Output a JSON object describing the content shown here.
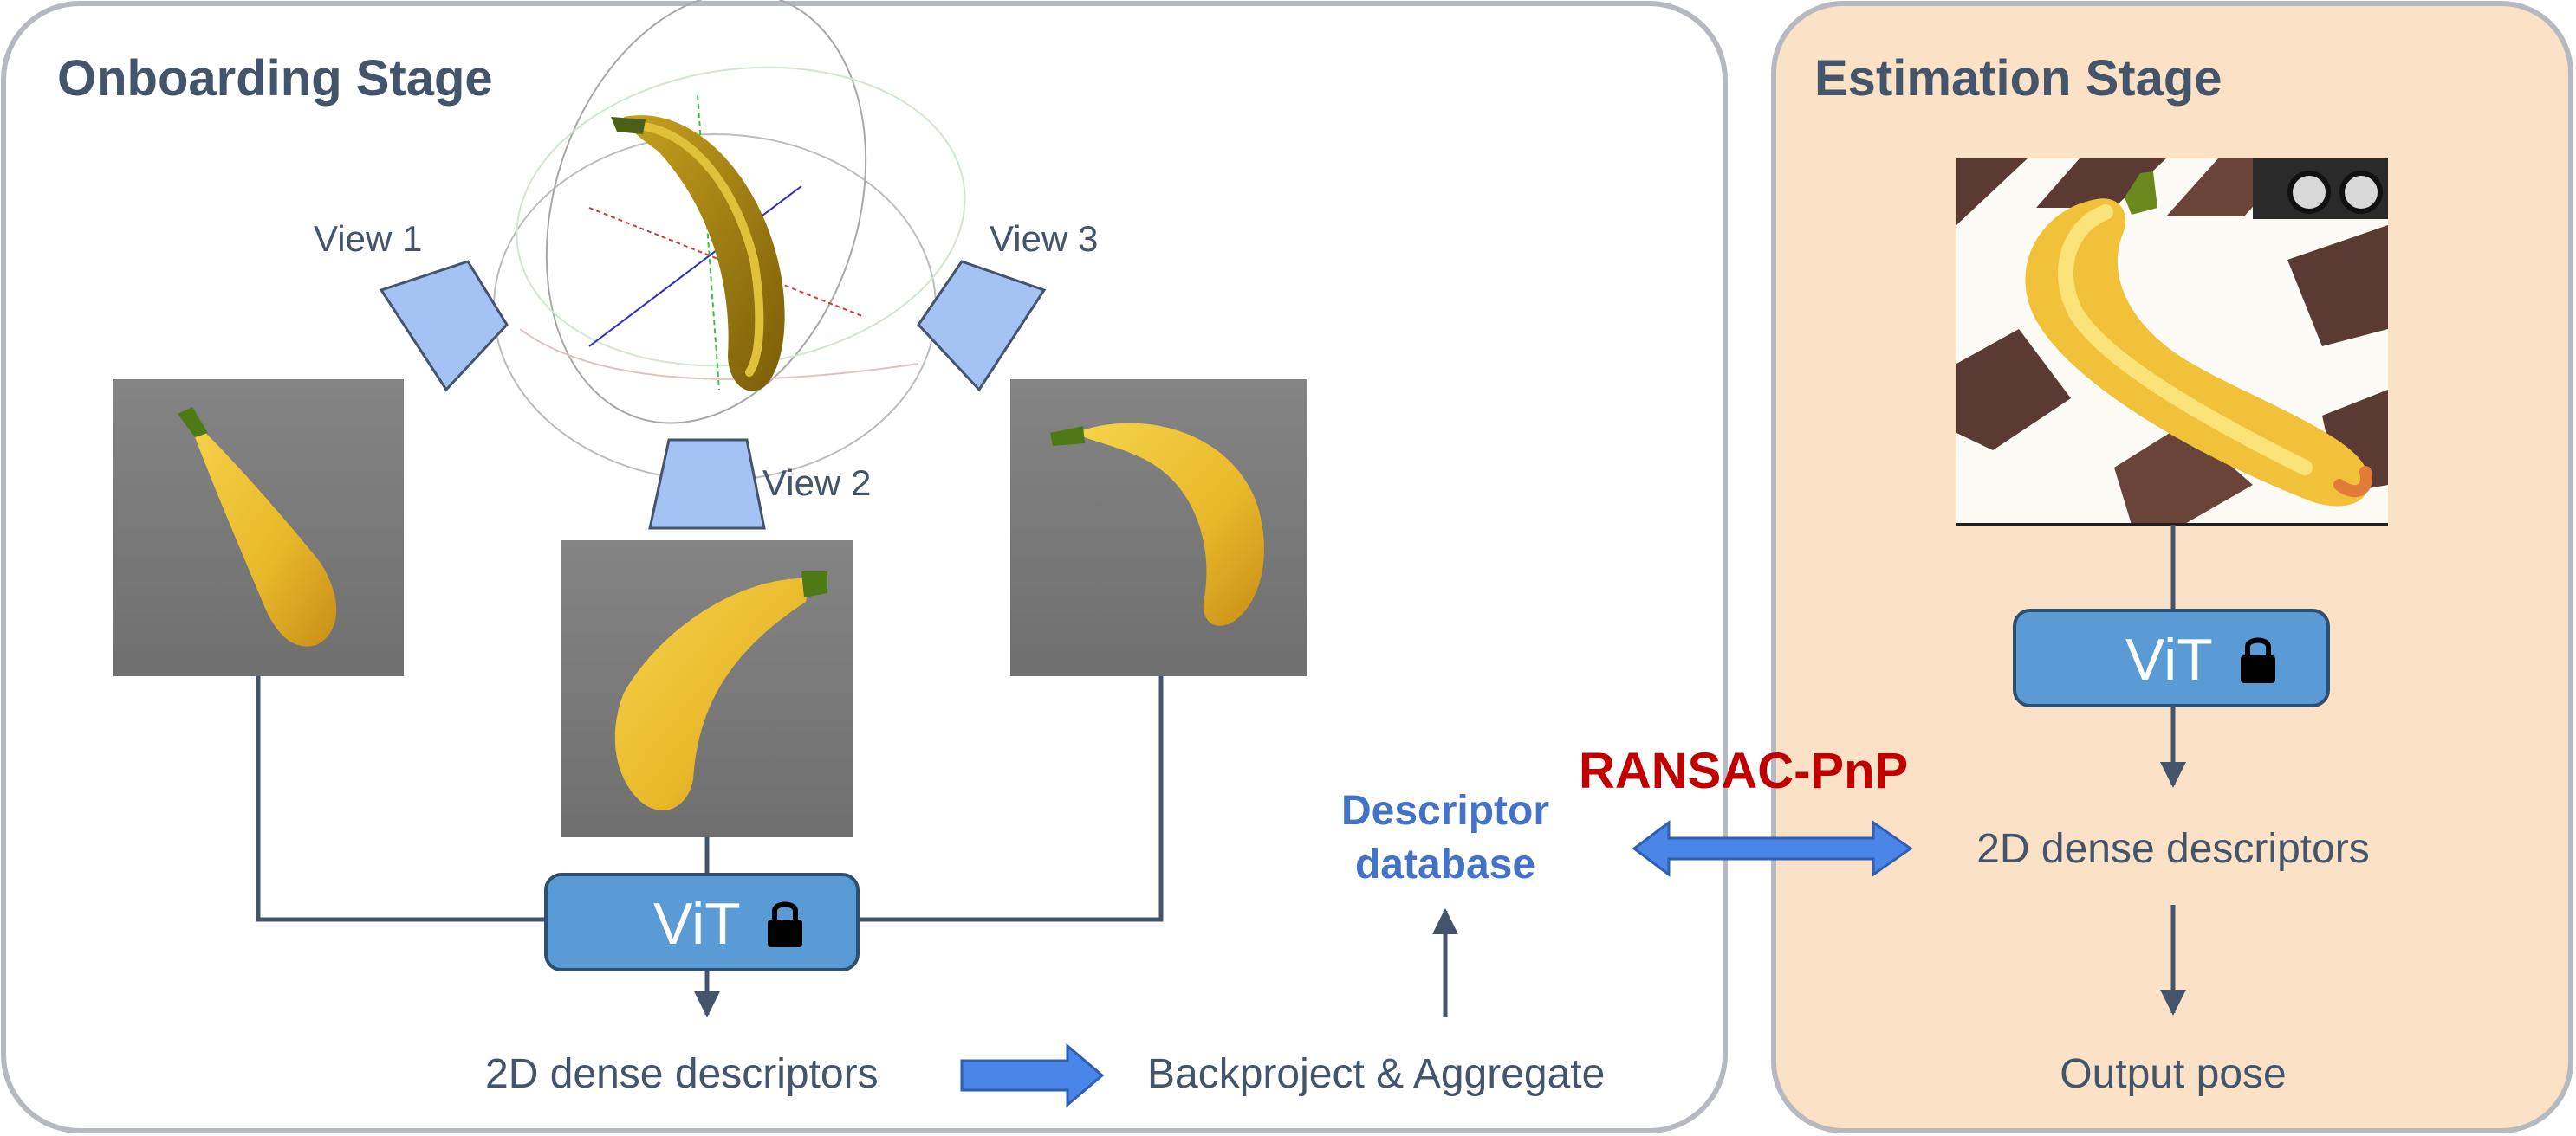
{
  "onboarding": {
    "title": "Onboarding Stage",
    "view1": "View 1",
    "view2": "View 2",
    "view3": "View 3",
    "vit": "ViT",
    "descriptors": "2D dense descriptors",
    "backproject": "Backproject & Aggregate",
    "database_line1": "Descriptor",
    "database_line2": "database"
  },
  "estimation": {
    "title": "Estimation Stage",
    "vit": "ViT",
    "descriptors": "2D dense descriptors",
    "output": "Output pose"
  },
  "matching": {
    "label": "RANSAC-PnP"
  },
  "colors": {
    "onboarding_bg": "#ffffff",
    "estimation_bg": "#fbe1c6",
    "panel_border": "#b6bac0",
    "title_text": "#44546a",
    "vit_fill": "#5b9bd5",
    "camera_fill": "#a4c2f4",
    "arrow_blue": "#4472c4",
    "database_text": "#4472c4",
    "ransac_text": "#c00000",
    "line": "#44546a"
  },
  "icons": [
    "lock-icon",
    "camera-icon",
    "banana-render",
    "coordinate-axes"
  ]
}
